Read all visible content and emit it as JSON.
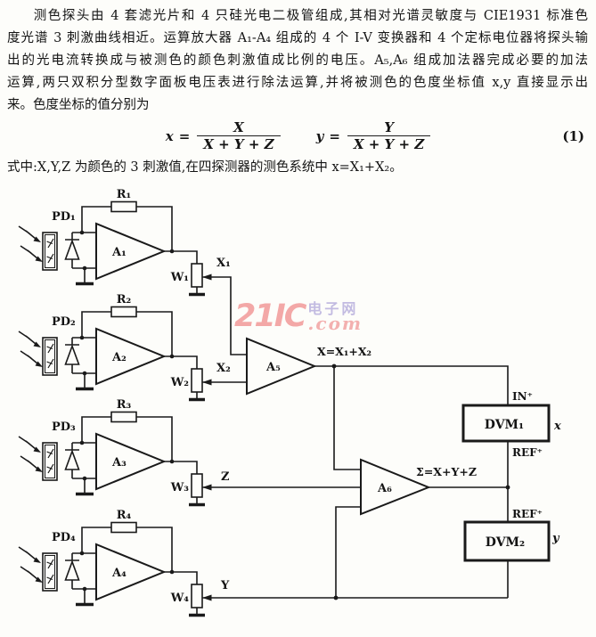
{
  "document": {
    "lines": [
      "测色探头由 4 套滤光片和 4 只硅光电二极管组成,其相对光谱灵敏度与 CIE1931 标准色",
      "度光谱 3 刺激曲线相近。运算放大器 A₁-A₄ 组成的 4 个 I-V 变换器和 4 个定标电位器将探头输",
      "出的光电流转换成与被测色的颜色刺激值成比例的电压。A₅,A₆ 组成加法器完成必要的加法",
      "运算,两只双积分型数字面板电压表进行除法运算,并将被测色的色度坐标值 x,y 直接显示出",
      "来。色度坐标的值分别为"
    ],
    "formula": {
      "var1": "x",
      "var2": "y",
      "eq": "=",
      "num1": "X",
      "num2": "Y",
      "den": "X + Y + Z",
      "number": "(1)"
    },
    "note_line": "式中:X,Y,Z 为颜色的 3 刺激值,在四探测器的测色系统中 x=X₁+X₂。"
  },
  "circuit": {
    "stages": [
      {
        "pd": "PD₁",
        "res": "R₁",
        "amp": "A₁",
        "pot": "W₁",
        "out": "X₁"
      },
      {
        "pd": "PD₂",
        "res": "R₂",
        "amp": "A₂",
        "pot": "W₂",
        "out": "X₂"
      },
      {
        "pd": "PD₃",
        "res": "R₃",
        "amp": "A₃",
        "pot": "W₃",
        "out": "Z"
      },
      {
        "pd": "PD₄",
        "res": "R₄",
        "amp": "A₄",
        "pot": "W₄",
        "out": "Y"
      }
    ],
    "adder_x": {
      "label": "A₅",
      "output_label": "X=X₁+X₂"
    },
    "adder_sum": {
      "label": "A₆",
      "output_label": "Σ=X+Y+Z"
    },
    "dvm1": {
      "label": "DVM₁",
      "input_pin": "IN⁺",
      "ref_pin": "REF⁺",
      "display": "x"
    },
    "dvm2": {
      "label": "DVM₂",
      "ref_pin": "REF⁺",
      "display": "y"
    }
  },
  "watermark": {
    "brand": "21IC",
    "suffix": ".com",
    "site_name": "电子网",
    "brand_color": "#f19695",
    "site_color": "#b6addc"
  }
}
